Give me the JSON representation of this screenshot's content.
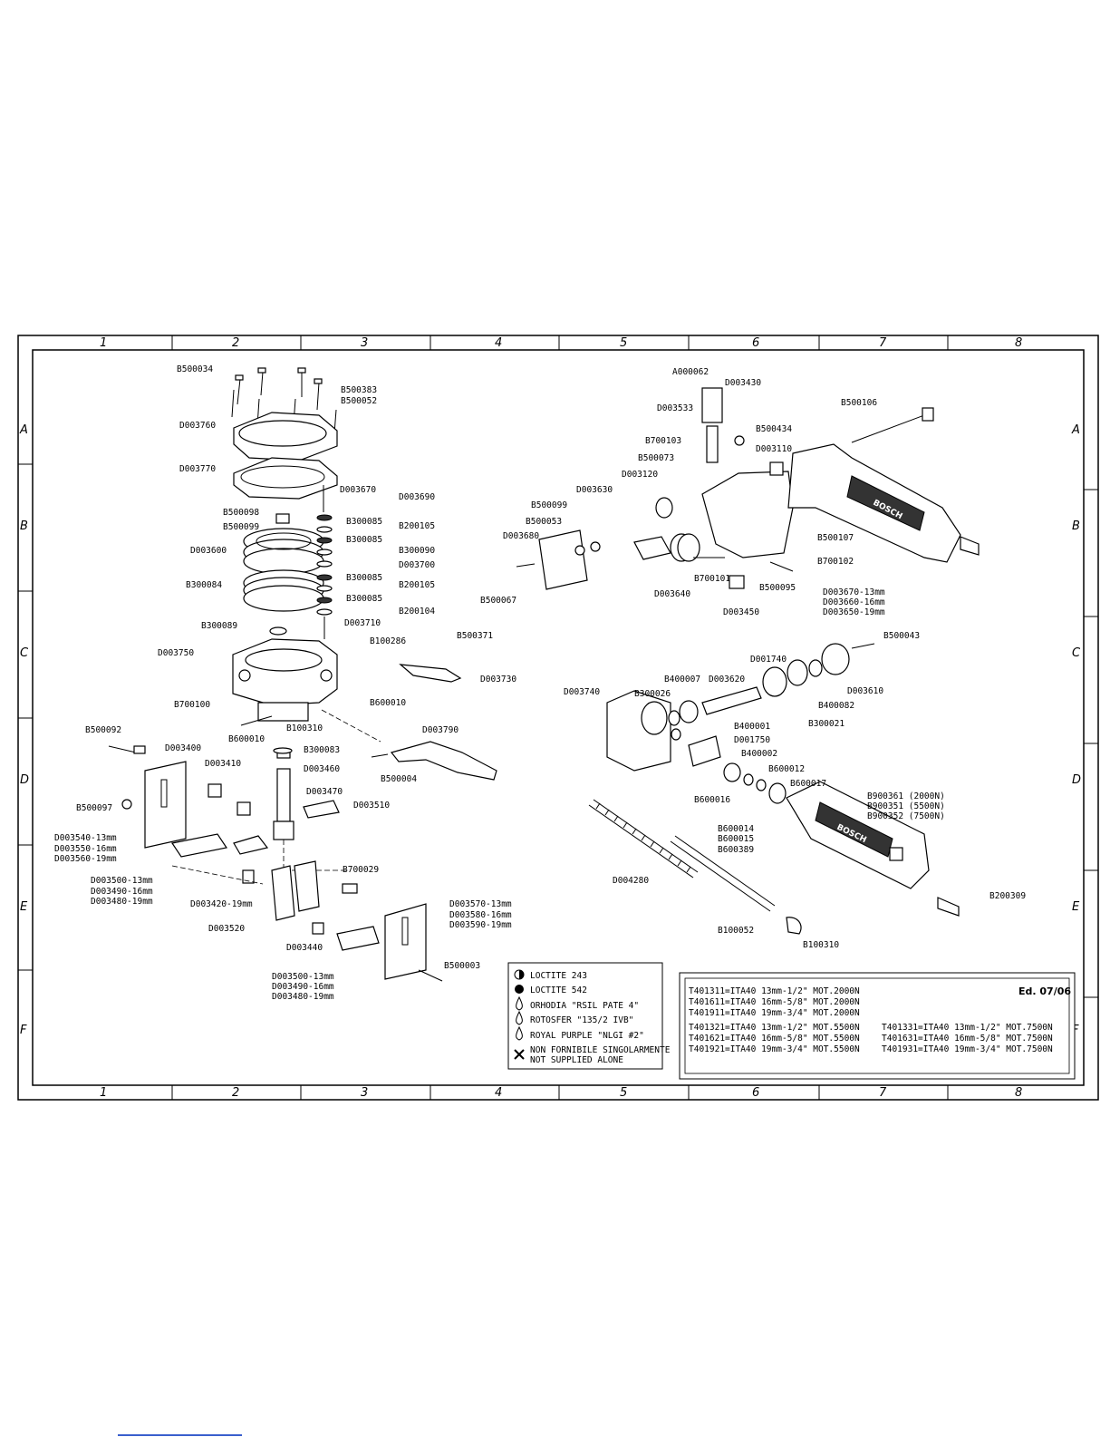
{
  "frame": {
    "columns": [
      "1",
      "2",
      "3",
      "4",
      "5",
      "6",
      "7",
      "8"
    ],
    "rows": [
      "A",
      "B",
      "C",
      "D",
      "E",
      "F"
    ]
  },
  "part_labels": [
    "B500034",
    "B500383",
    "B500052",
    "D003760",
    "D003770",
    "D003670",
    "D003690",
    "B500098",
    "B500099",
    "B300085",
    "B200105",
    "B300085",
    "B300090",
    "D003600",
    "D003700",
    "B300084",
    "B300085",
    "B200105",
    "B300085",
    "B200104",
    "B300089",
    "D003710",
    "B500371",
    "B100286",
    "D003750",
    "D003730",
    "B700100",
    "B600010",
    "B600010",
    "B100310",
    "B300083",
    "D003460",
    "D003790",
    "B500004",
    "B500092",
    "D003400",
    "D003410",
    "D003470",
    "D003510",
    "B500097",
    "B700029",
    "D003420-19mm",
    "D003520",
    "D003440",
    "B500003",
    "A000062",
    "D003430",
    "D003533",
    "B500106",
    "B500434",
    "D003110",
    "B500073",
    "B700103",
    "D003120",
    "D003630",
    "B500099",
    "B500053",
    "D003680",
    "B500107",
    "B700102",
    "B700101",
    "B500095",
    "D003640",
    "D003450",
    "B500067",
    "D003670-13mm",
    "D003660-16mm",
    "D003650-19mm",
    "B500043",
    "D001740",
    "B400007",
    "D003620",
    "D003740",
    "B300026",
    "D003610",
    "B400082",
    "B300021",
    "B400001",
    "D001750",
    "B400002",
    "B600012",
    "B600017",
    "B600016",
    "B900361 (2000N)",
    "B900351 (5500N)",
    "B900352 (7500N)",
    "B600014",
    "B600015",
    "B600389",
    "D004280",
    "B200309",
    "B100052",
    "B100310",
    "D003540-13mm",
    "D003550-16mm",
    "D003560-19mm",
    "D003500-13mm",
    "D003490-16mm",
    "D003480-19mm",
    "D003570-13mm",
    "D003580-16mm",
    "D003590-19mm",
    "D003500-13mm",
    "D003490-16mm",
    "D003480-19mm"
  ],
  "legend": [
    {
      "icon": "loctite-243-icon",
      "text": "LOCTITE 243"
    },
    {
      "icon": "loctite-542-icon",
      "text": "LOCTITE 542"
    },
    {
      "icon": "orhodia-drop-icon",
      "text": "ORHODIA \"RSIL PATE 4\""
    },
    {
      "icon": "rotosfer-drop-icon",
      "text": "ROTOSFER \"135/2 IVB\""
    },
    {
      "icon": "royal-purple-drop-icon",
      "text": "ROYAL PURPLE \"NLGI #2\""
    },
    {
      "icon": "not-supplied-icon",
      "text": "NON FORNIBILE SINGOLARMENTE"
    },
    {
      "icon": "",
      "text": "NOT SUPPLIED ALONE"
    }
  ],
  "models": {
    "edition": "Ed. 07/06",
    "lines": [
      "T401311=ITA40  13mm-1/2\"  MOT.2000N",
      "T401611=ITA40  16mm-5/8\"  MOT.2000N",
      "T401911=ITA40  19mm-3/4\"  MOT.2000N",
      "T401321=ITA40  13mm-1/2\"  MOT.5500N",
      "T401621=ITA40  16mm-5/8\"  MOT.5500N",
      "T401921=ITA40  19mm-3/4\"  MOT.5500N",
      "T401331=ITA40  13mm-1/2\"  MOT.7500N",
      "T401631=ITA40  16mm-5/8\"  MOT.7500N",
      "T401931=ITA40  19mm-3/4\"  MOT.7500N"
    ]
  },
  "brand_text": "BOSCH",
  "colors": {
    "ink": "#000000",
    "paper": "#ffffff",
    "link": "#3a5fcd"
  }
}
